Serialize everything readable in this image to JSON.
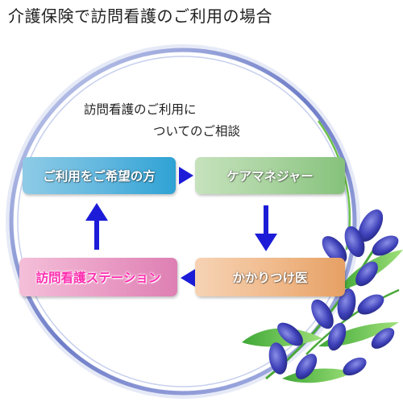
{
  "title": "介護保険で訪問看護のご利用の場合",
  "caption": {
    "line1": "訪問看護のご利用に",
    "line2": "ついてのご相談"
  },
  "nodes": {
    "request": "ご利用をご希望の方",
    "care_manager": "ケアマネジャー",
    "family_doctor": "かかりつけ医",
    "nursing_station": "訪問看護ステーション"
  },
  "colors": {
    "arrow": "#1c1cd8",
    "ring": "#7b86cc",
    "flower": "#3b3fa8",
    "leaf": "#6cc24a"
  }
}
